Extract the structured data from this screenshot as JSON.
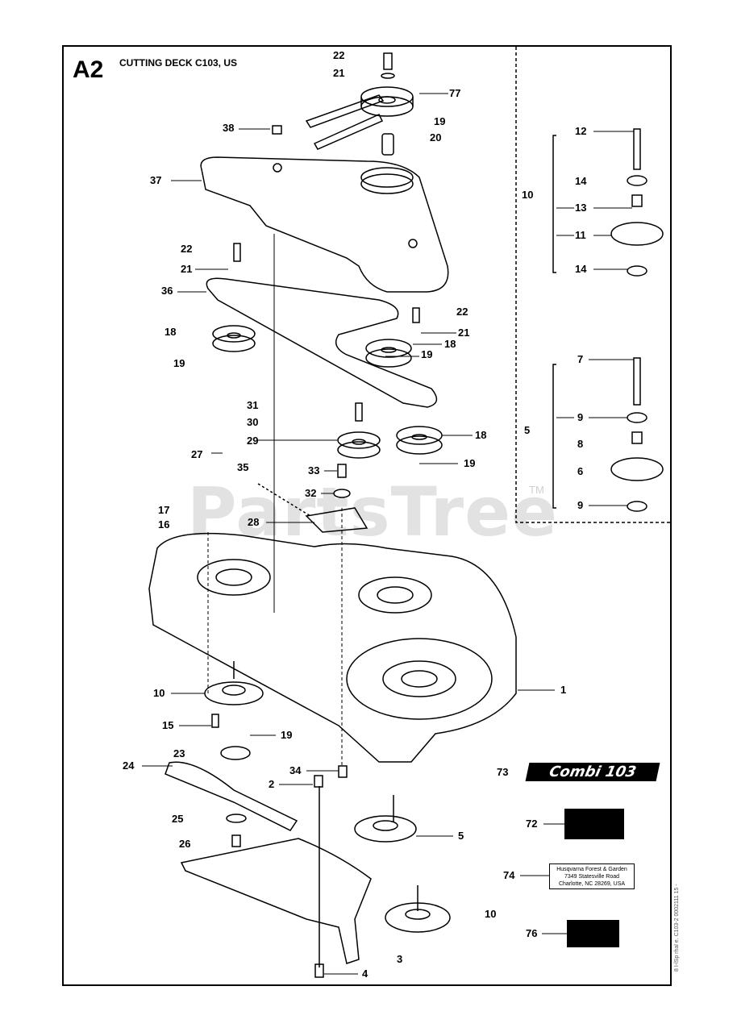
{
  "header": {
    "code": "A2",
    "title": "CUTTING DECK C103, US"
  },
  "watermark": {
    "text": "PartsTree",
    "tm": "TM"
  },
  "callouts": {
    "c22a": "22",
    "c21a": "21",
    "c77": "77",
    "c19a": "19",
    "c20": "20",
    "c38": "38",
    "c37": "37",
    "c22b": "22",
    "c21b": "21",
    "c36": "36",
    "c22c": "22",
    "c21c": "21",
    "c18a": "18",
    "c19b": "19",
    "c18b": "18",
    "c19c": "19",
    "c31": "31",
    "c30": "30",
    "c29": "29",
    "c27": "27",
    "c18c": "18",
    "c19d": "19",
    "c35": "35",
    "c33": "33",
    "c32": "32",
    "c17": "17",
    "c16": "16",
    "c28": "28",
    "c1": "1",
    "c10a": "10",
    "c15": "15",
    "c19e": "19",
    "c24": "24",
    "c23": "23",
    "c2": "2",
    "c34": "34",
    "c25": "25",
    "c26": "26",
    "c5a": "5",
    "c4": "4",
    "c3": "3",
    "c10b": "10",
    "c73": "73",
    "c72": "72",
    "c74": "74",
    "c76": "76"
  },
  "inset_top": {
    "group": "10",
    "items": [
      "12",
      "14",
      "13",
      "11",
      "14"
    ]
  },
  "inset_bottom": {
    "group": "5",
    "items": [
      "7",
      "9",
      "8",
      "6",
      "9"
    ]
  },
  "decals": {
    "combi": "Combi 103",
    "address": [
      "Husqvarna Forest & Garden",
      "7349 Statesville Road",
      "Charlotte, NC 28269, USA"
    ]
  },
  "side_code": "8 I-lSp rhal e. C103-2 0002111 15 -"
}
